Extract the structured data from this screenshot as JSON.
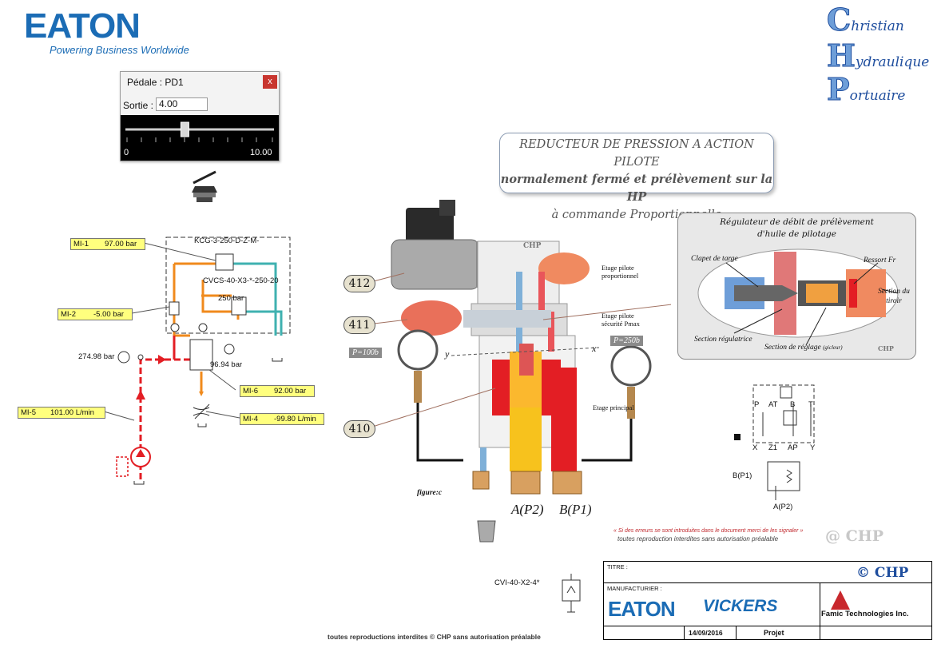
{
  "brand": {
    "name": "EATON",
    "tagline": "Powering Business Worldwide"
  },
  "chp_logo": [
    {
      "initial": "C",
      "rest": "hristian"
    },
    {
      "initial": "H",
      "rest": "ydraulique"
    },
    {
      "initial": "P",
      "rest": "ortuaire"
    }
  ],
  "pedal_dialog": {
    "title": "Pédale : PD1",
    "close": "x",
    "output_label": "Sortie :",
    "output_value": "4.00",
    "slider_min": "0",
    "slider_max": "10.00",
    "slider_fraction": 0.4
  },
  "title_box": {
    "line1": "REDUCTEUR DE PRESSION A ACTION PILOTE",
    "line2": "normalement fermé et prélèvement sur la HP",
    "line3": "à commande Proportionnelle"
  },
  "measures": {
    "mi1": {
      "name": "MI-1",
      "value": "97.00 bar"
    },
    "mi2": {
      "name": "MI-2",
      "value": "-5.00 bar"
    },
    "mi4": {
      "name": "MI-4",
      "value": "-99.80 L/min"
    },
    "mi5": {
      "name": "MI-5",
      "value": "101.00 L/min"
    },
    "mi6": {
      "name": "MI-6",
      "value": "92.00 bar"
    }
  },
  "schematic": {
    "valve1": "KCG-3-250-D-Z-M-",
    "valve2": "CVCS-40-X3-*-250-20",
    "p250": "250 bar",
    "pump_pressure": "274.98 bar",
    "gauge2": "96.94 bar",
    "cvi": "CVI-40-X2-4*"
  },
  "cutaway": {
    "callouts": [
      "412",
      "411",
      "410"
    ],
    "gauge_left": "P=100b",
    "gauge_right": "P=250b",
    "y_label": "y",
    "x_label": "x",
    "tags": {
      "pilot_prop": "Etage pilote proportionnel",
      "pilot_safety": "Etage pilote sécurité Pmax",
      "main": "Etage principal"
    },
    "figure": "figure:c",
    "port_a": "A(P2)",
    "port_b": "B(P1)",
    "chp_mark": "CHP"
  },
  "inset": {
    "title1": "Régulateur de débit de prélèvement",
    "title2": "d'huile de pilotage",
    "clapet": "Clapet de targe",
    "ressort": "Ressort Fr",
    "section_tiroir": "Section du tiroir",
    "section_reg": "Section régulatrice",
    "section_reglage": "Section de réglage",
    "gicleur": "(gicleur)",
    "chp": "CHP"
  },
  "symbol": {
    "ports_top": [
      "P",
      "AT",
      "B",
      "T"
    ],
    "ports_bottom": [
      "X",
      "Z1",
      "AP",
      "Y"
    ],
    "b": "B(P1)",
    "a": "A(P2)"
  },
  "notes": {
    "errors": "« Si des erreurs se sont introduites dans le document merci de les signaler »",
    "reproduction": "toutes reproduction interdites sans autorisation préalable",
    "at_chp": "@ CHP",
    "footer": "toutes reproductions interdites © CHP sans autorisation préalable"
  },
  "cartouche": {
    "titre": "TITRE :",
    "copyright": "© CHP",
    "manufacturer_label": "MANUFACTURIER :",
    "eaton": "EATON",
    "vickers": "VICKERS",
    "famic": "Famic Technologies Inc.",
    "date": "14/09/2016",
    "projet": "Projet"
  },
  "colors": {
    "eaton_blue": "#1b6cb5",
    "pressure_red": "#e31e24",
    "pilot_orange": "#f08a1c",
    "return_teal": "#3fb1b0",
    "yellow_label": "#ffff7e"
  }
}
